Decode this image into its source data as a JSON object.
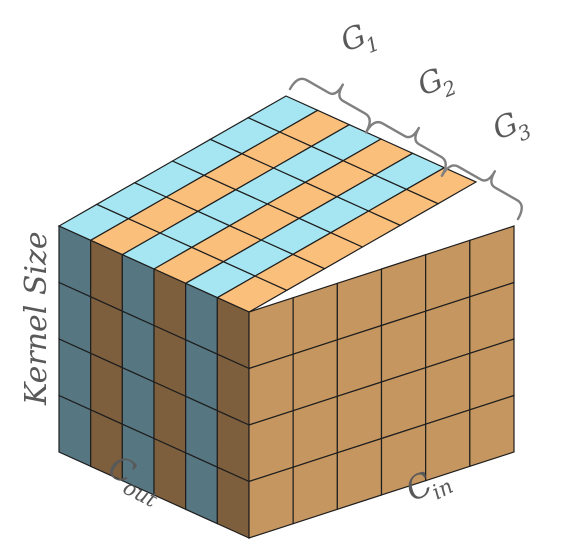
{
  "labels": {
    "vertical_axis": "Kernel Size",
    "left_axis_base": "C",
    "left_axis_sub": "out",
    "right_axis_base": "C",
    "right_axis_sub": "in"
  },
  "groups": [
    {
      "base": "G",
      "sub": "1"
    },
    {
      "base": "G",
      "sub": "2"
    },
    {
      "base": "G",
      "sub": "3"
    }
  ],
  "tensor": {
    "c_out": 6,
    "c_in": 6,
    "kernel_size": 4,
    "out_channel_colors": [
      "blue",
      "orange",
      "blue",
      "orange",
      "blue",
      "orange"
    ]
  },
  "colors": {
    "top_blue": "#a6e6f2",
    "top_orange": "#fbbf7c",
    "left_blue": "#567782",
    "left_orange": "#7e5f3d",
    "right_orange": "#c69660",
    "grid_line": "#1e1e1e",
    "label_text": "#595959",
    "brace": "#808080"
  }
}
